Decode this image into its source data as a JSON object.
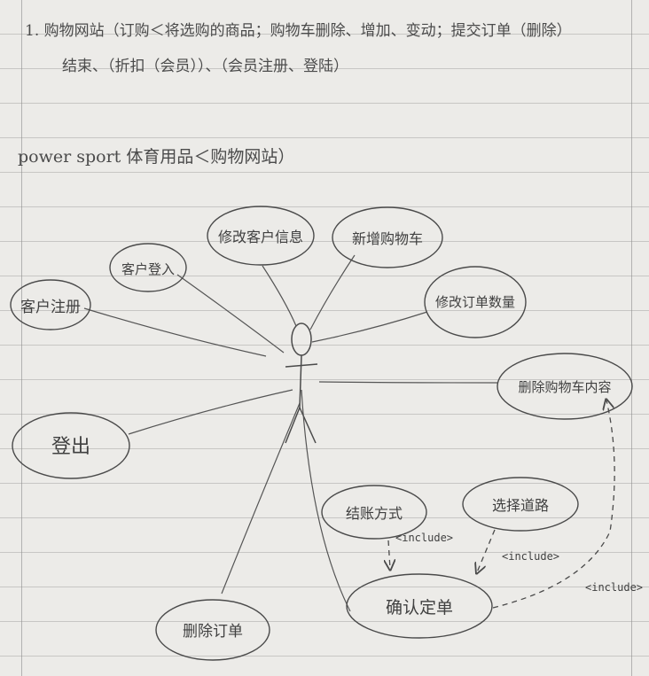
{
  "notes": {
    "line1": "1. 购物网站（订购＜将选购的商品；购物车删除、增加、变动；提交订单（删除）",
    "line2": "结束、（折扣（会员））、（会员注册、登陆）"
  },
  "title": "power sport 体育用品＜购物网站）",
  "use_cases": {
    "register": "客户注册",
    "login": "客户登入",
    "edit_customer_info": "修改客户信息",
    "add_cart": "新增购物车",
    "edit_order_qty": "修改订单数量",
    "delete_cart_content": "删除购物车内容",
    "logout": "登出",
    "checkout_method": "结账方式",
    "choose_route": "选择道路",
    "confirm_order": "确认定单",
    "delete_order": "删除订单"
  },
  "relations": {
    "include_1": "<include>",
    "include_2": "<include>",
    "include_3": "<include>"
  },
  "colors": {
    "ink": "#4a4a4a",
    "paper": "#ecebe8"
  }
}
